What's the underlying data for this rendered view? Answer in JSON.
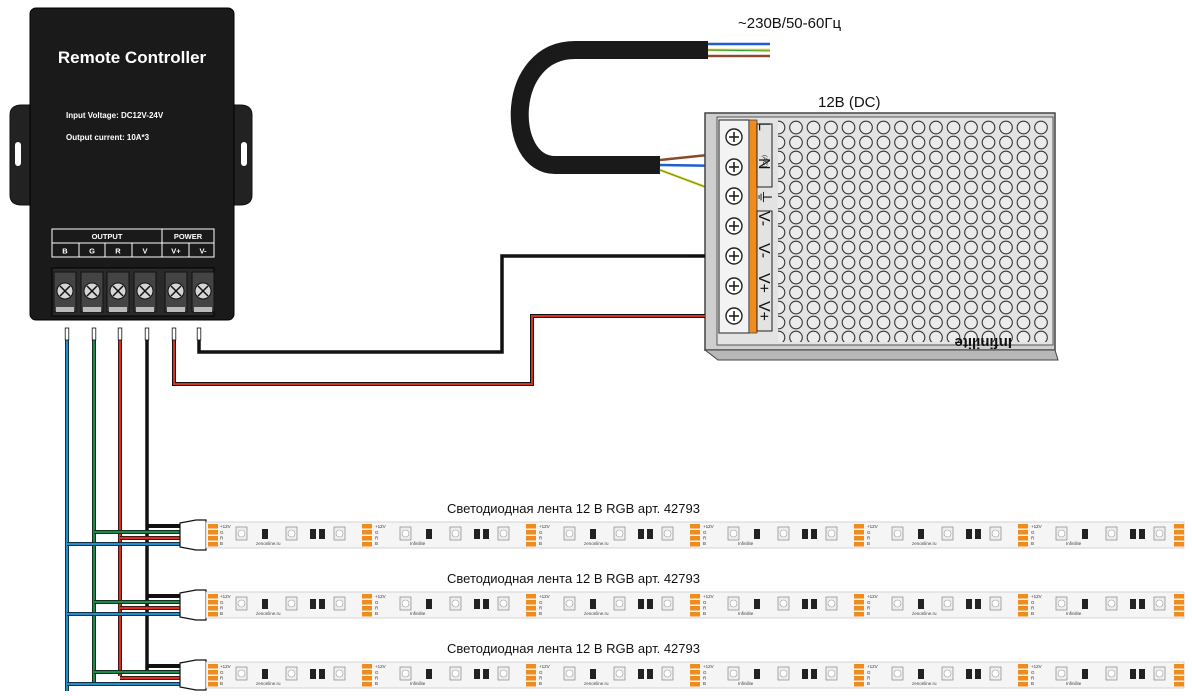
{
  "mains_label": "~230В/50-60Гц",
  "psu": {
    "label": "12В (DC)",
    "brand": "Infinilite",
    "terminals": [
      "L",
      "N",
      "⏚",
      "V-",
      "V-",
      "V+",
      "V+"
    ],
    "ac_mark": "(AC)"
  },
  "controller": {
    "title": "Remote Controller",
    "input_voltage": "Input Voltage: DC12V-24V",
    "output_current": "Output current: 10A*3",
    "group_output": "OUTPUT",
    "group_power": "POWER",
    "pins": [
      "B",
      "G",
      "R",
      "V",
      "V+",
      "V-"
    ]
  },
  "strip_labels": [
    "Светодиодная лента 12 В RGB  арт. 42793",
    "Светодиодная лента 12 В RGB  арт. 42793",
    "Светодиодная лента 12 В RGB  арт. 42793"
  ],
  "strip_print": {
    "voltage": "+12V",
    "pins": [
      "G",
      "R",
      "B"
    ],
    "brand": "Infinilite",
    "site": "zenonline.ru"
  },
  "colors": {
    "blue_wire": "#1e8fcf",
    "green_wire": "#1e8a4a",
    "red_wire": "#d7311f",
    "black_wire": "#111111",
    "brown_wire": "#8b4a2b",
    "yellow_wire": "#e8c81e",
    "orange_pad": "#f08c1e",
    "psu_body": "#d8d8d8",
    "controller_body": "#1a1a1a"
  }
}
